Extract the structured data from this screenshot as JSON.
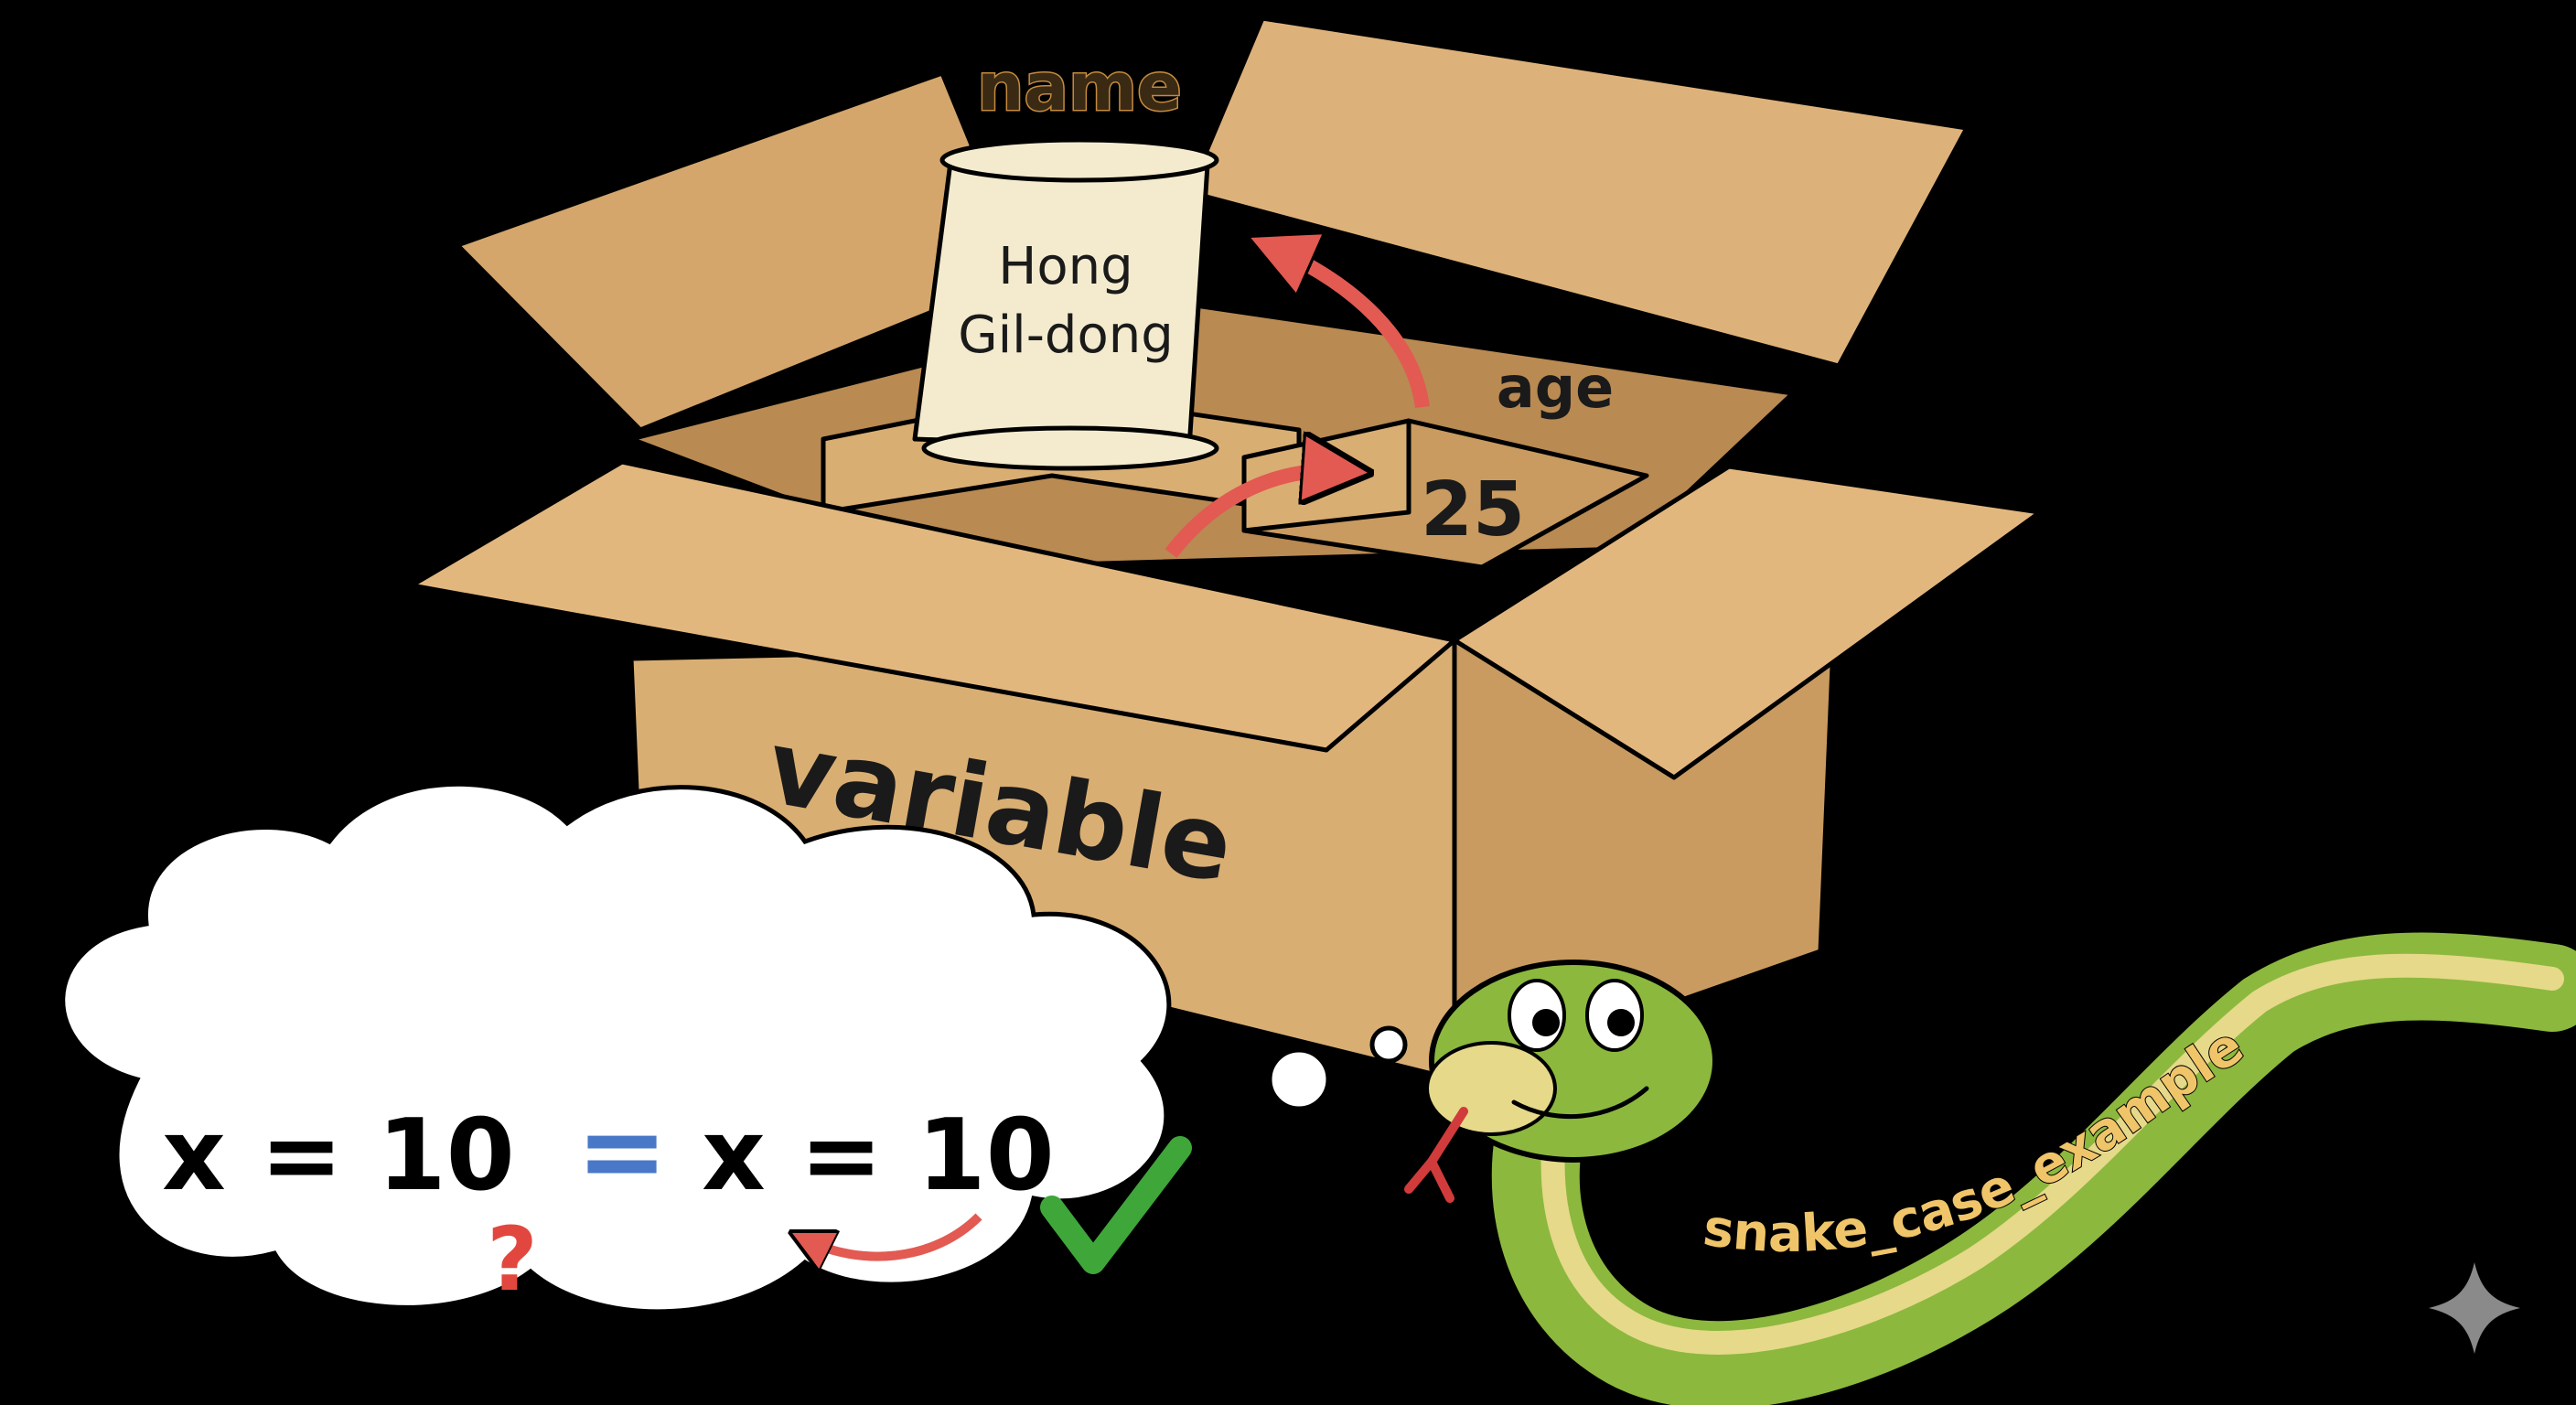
{
  "box": {
    "label": "variable"
  },
  "compartments": {
    "name": {
      "tag": "name",
      "value_line1": "Hong",
      "value_line2": "Gil-dong"
    },
    "age": {
      "tag": "age",
      "value": "25"
    }
  },
  "thought": {
    "left_expression": "x = 10",
    "question_mark": "?",
    "equals_symbol": "=",
    "right_expression": "x = 10",
    "check_icon": "check-mark-icon"
  },
  "snake": {
    "label": "snake_case_example"
  },
  "corner_icon": "sparkle-icon",
  "colors": {
    "background": "#000000",
    "cardboard": "#D9AE73",
    "cardboard_dark": "#B98A52",
    "arrow": "#E25A52",
    "equals": "#4A78C8",
    "check": "#3FA63A",
    "question": "#E2473F",
    "snake_green": "#8CB83E",
    "snake_text": "#F0C56A"
  }
}
